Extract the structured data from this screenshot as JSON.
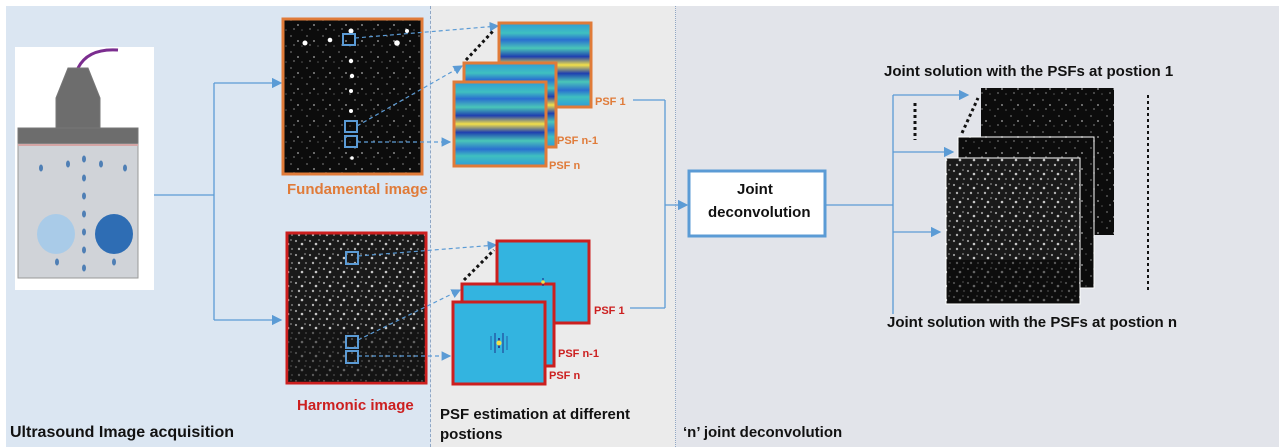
{
  "labels": {
    "acquisition": "Ultrasound Image acquisition",
    "fundamental": "Fundamental image",
    "harmonic": "Harmonic image",
    "psf_estimation_line1": "PSF estimation at different",
    "psf_estimation_line2": "postions",
    "joint_decon": "‘n’ joint deconvolution",
    "joint_box_line1": "Joint",
    "joint_box_line2": "deconvolution",
    "solution_top": "Joint solution with the PSFs at postion 1",
    "solution_bottom": "Joint solution with the PSFs at postion n"
  },
  "psf_fund": {
    "psf1": "PSF 1",
    "psfn1": "PSF n-1",
    "psfn": "PSF n"
  },
  "psf_harm": {
    "psf1": "PSF 1",
    "psfn1": "PSF n-1",
    "psfn": "PSF n"
  },
  "colors": {
    "fundamental": "#e07b39",
    "harmonic": "#cc1f1f",
    "arrow": "#5b9bd5",
    "psf_bg": "#33b4e0"
  }
}
